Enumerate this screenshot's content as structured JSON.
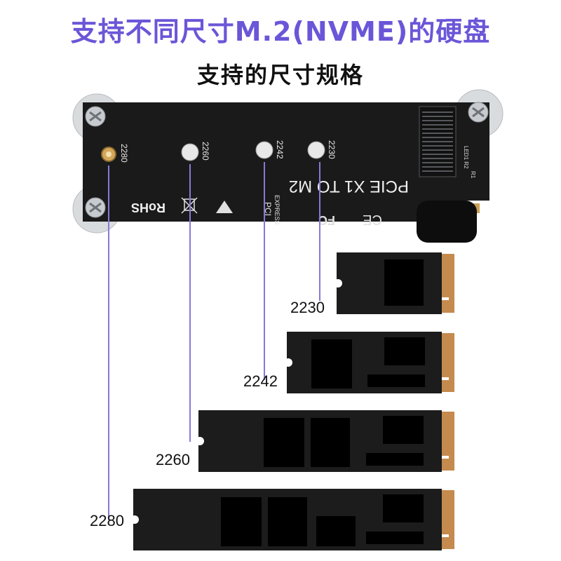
{
  "title": "支持不同尺寸M.2(NVME)的硬盘",
  "subtitle": "支持的尺寸规格",
  "board": {
    "model_text": "PCIE X1 TO M2",
    "hole_labels": [
      "2280",
      "2260",
      "2242",
      "2230"
    ],
    "rohs_text": "RoHS",
    "pci_text": "PCI",
    "express_text": "EXPRESS",
    "ce_text": "CE",
    "fc_text": "FC",
    "led_text": "LED1 R2",
    "r1_text": "R1"
  },
  "drives": [
    {
      "label": "2230"
    },
    {
      "label": "2242"
    },
    {
      "label": "2260"
    },
    {
      "label": "2280"
    }
  ],
  "colors": {
    "title": "#6a56d8",
    "leader_line": "#8878d8",
    "pcb": "#1a1a1a",
    "gold": "#c58a4e"
  }
}
